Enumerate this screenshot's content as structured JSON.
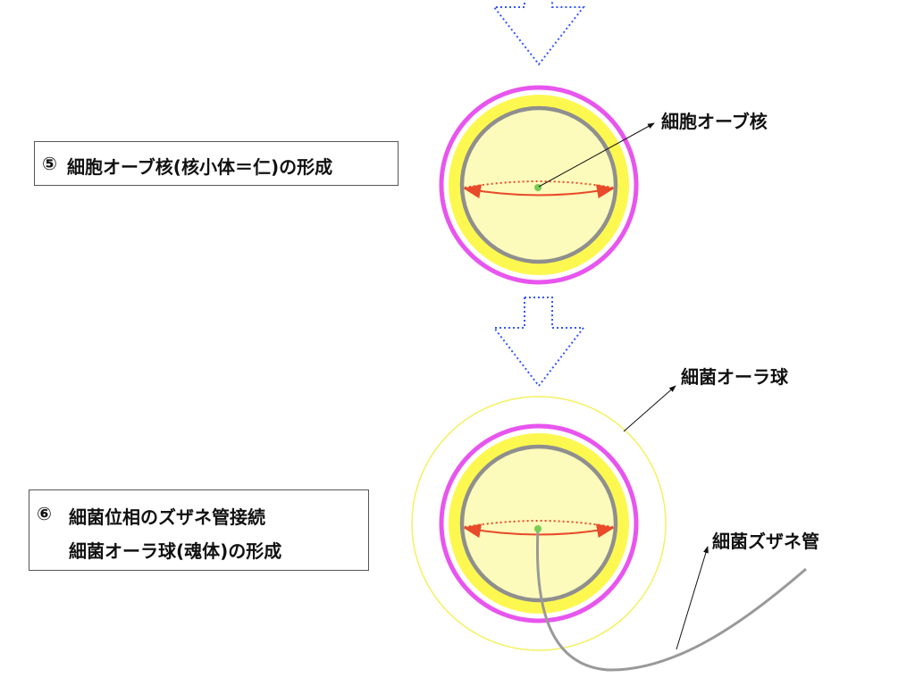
{
  "step5": {
    "number": "⑤",
    "text": "細胞オーブ核(核小体＝仁)の形成"
  },
  "step6": {
    "number": "⑥",
    "line1": "細菌位相のズザネ管接続",
    "line2": "細菌オーラ球(魂体)の形成"
  },
  "labels": {
    "nucleus": "細胞オーブ核",
    "aura_sphere": "細菌オーラ球",
    "zuzane_tube": "細菌ズザネ管"
  },
  "colors": {
    "arrow_outline": "#3355ff",
    "outer_membrane": "#e855ee",
    "yellow_ring": "#fdf850",
    "inner_fill": "#fdfbbb",
    "inner_ring": "#8f8f8f",
    "equator": "#e84a2a",
    "center_dot": "#77cc55",
    "aura": "#f5f060"
  }
}
